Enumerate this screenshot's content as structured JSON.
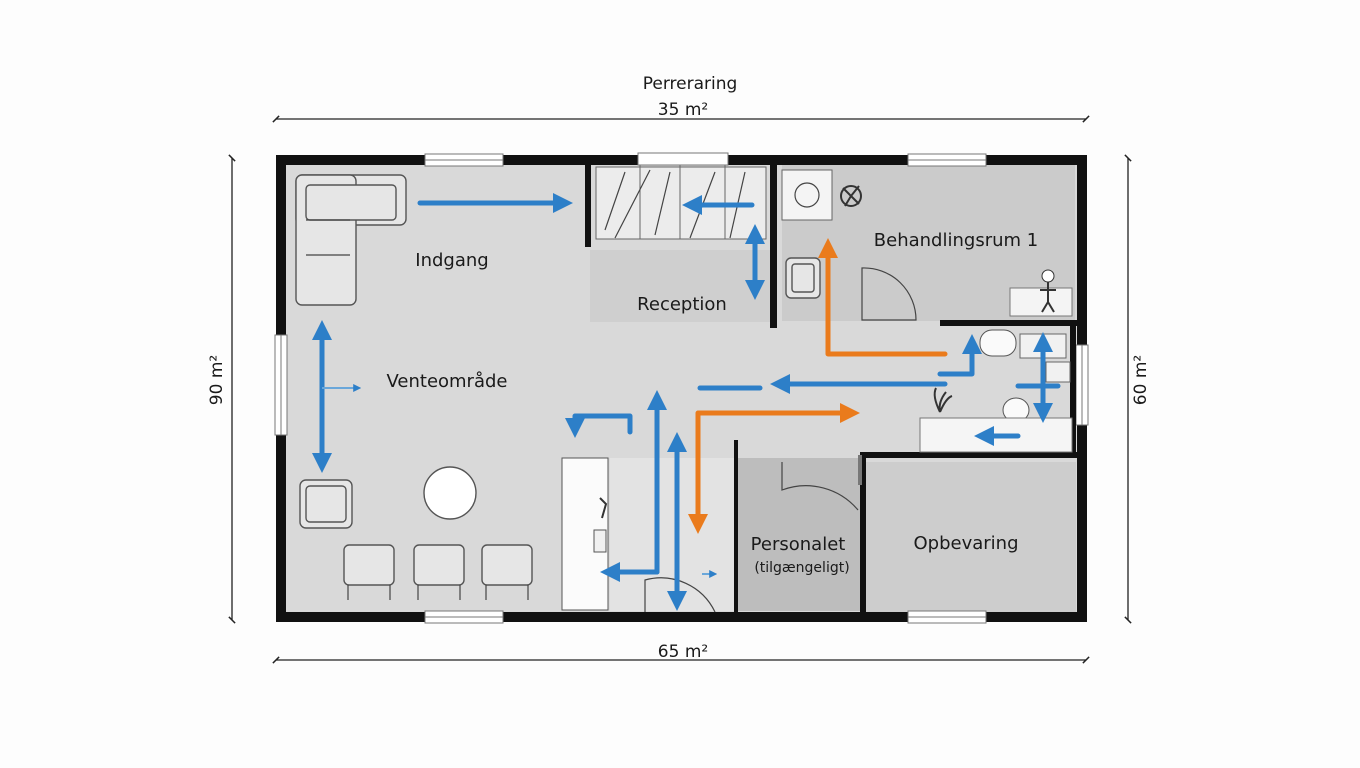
{
  "dimensions": {
    "top_title": "Perreraring",
    "top_area": "35 m²",
    "left_area": "90 m²",
    "right_area": "60 m²",
    "bottom_area": "65 m²"
  },
  "rooms": {
    "entrance": "Indgang",
    "reception": "Reception",
    "treatment_room": "Behandlingsrum 1",
    "waiting_area": "Venteområde",
    "staff": "Personalet",
    "staff_note": "(tilgængeligt)",
    "storage": "Opbevaring"
  },
  "colors": {
    "wall": "#111111",
    "floor": "#d9d9d9",
    "flow_primary": "#2d7fc8",
    "flow_secondary": "#ea7b1c"
  },
  "icons": [
    "sofa-icon",
    "armchair-icon",
    "chair-icon",
    "round-table-icon",
    "stairs-icon",
    "plant-icon",
    "toilet-icon",
    "sink-icon",
    "person-icon",
    "door-swing-icon",
    "window-icon"
  ]
}
